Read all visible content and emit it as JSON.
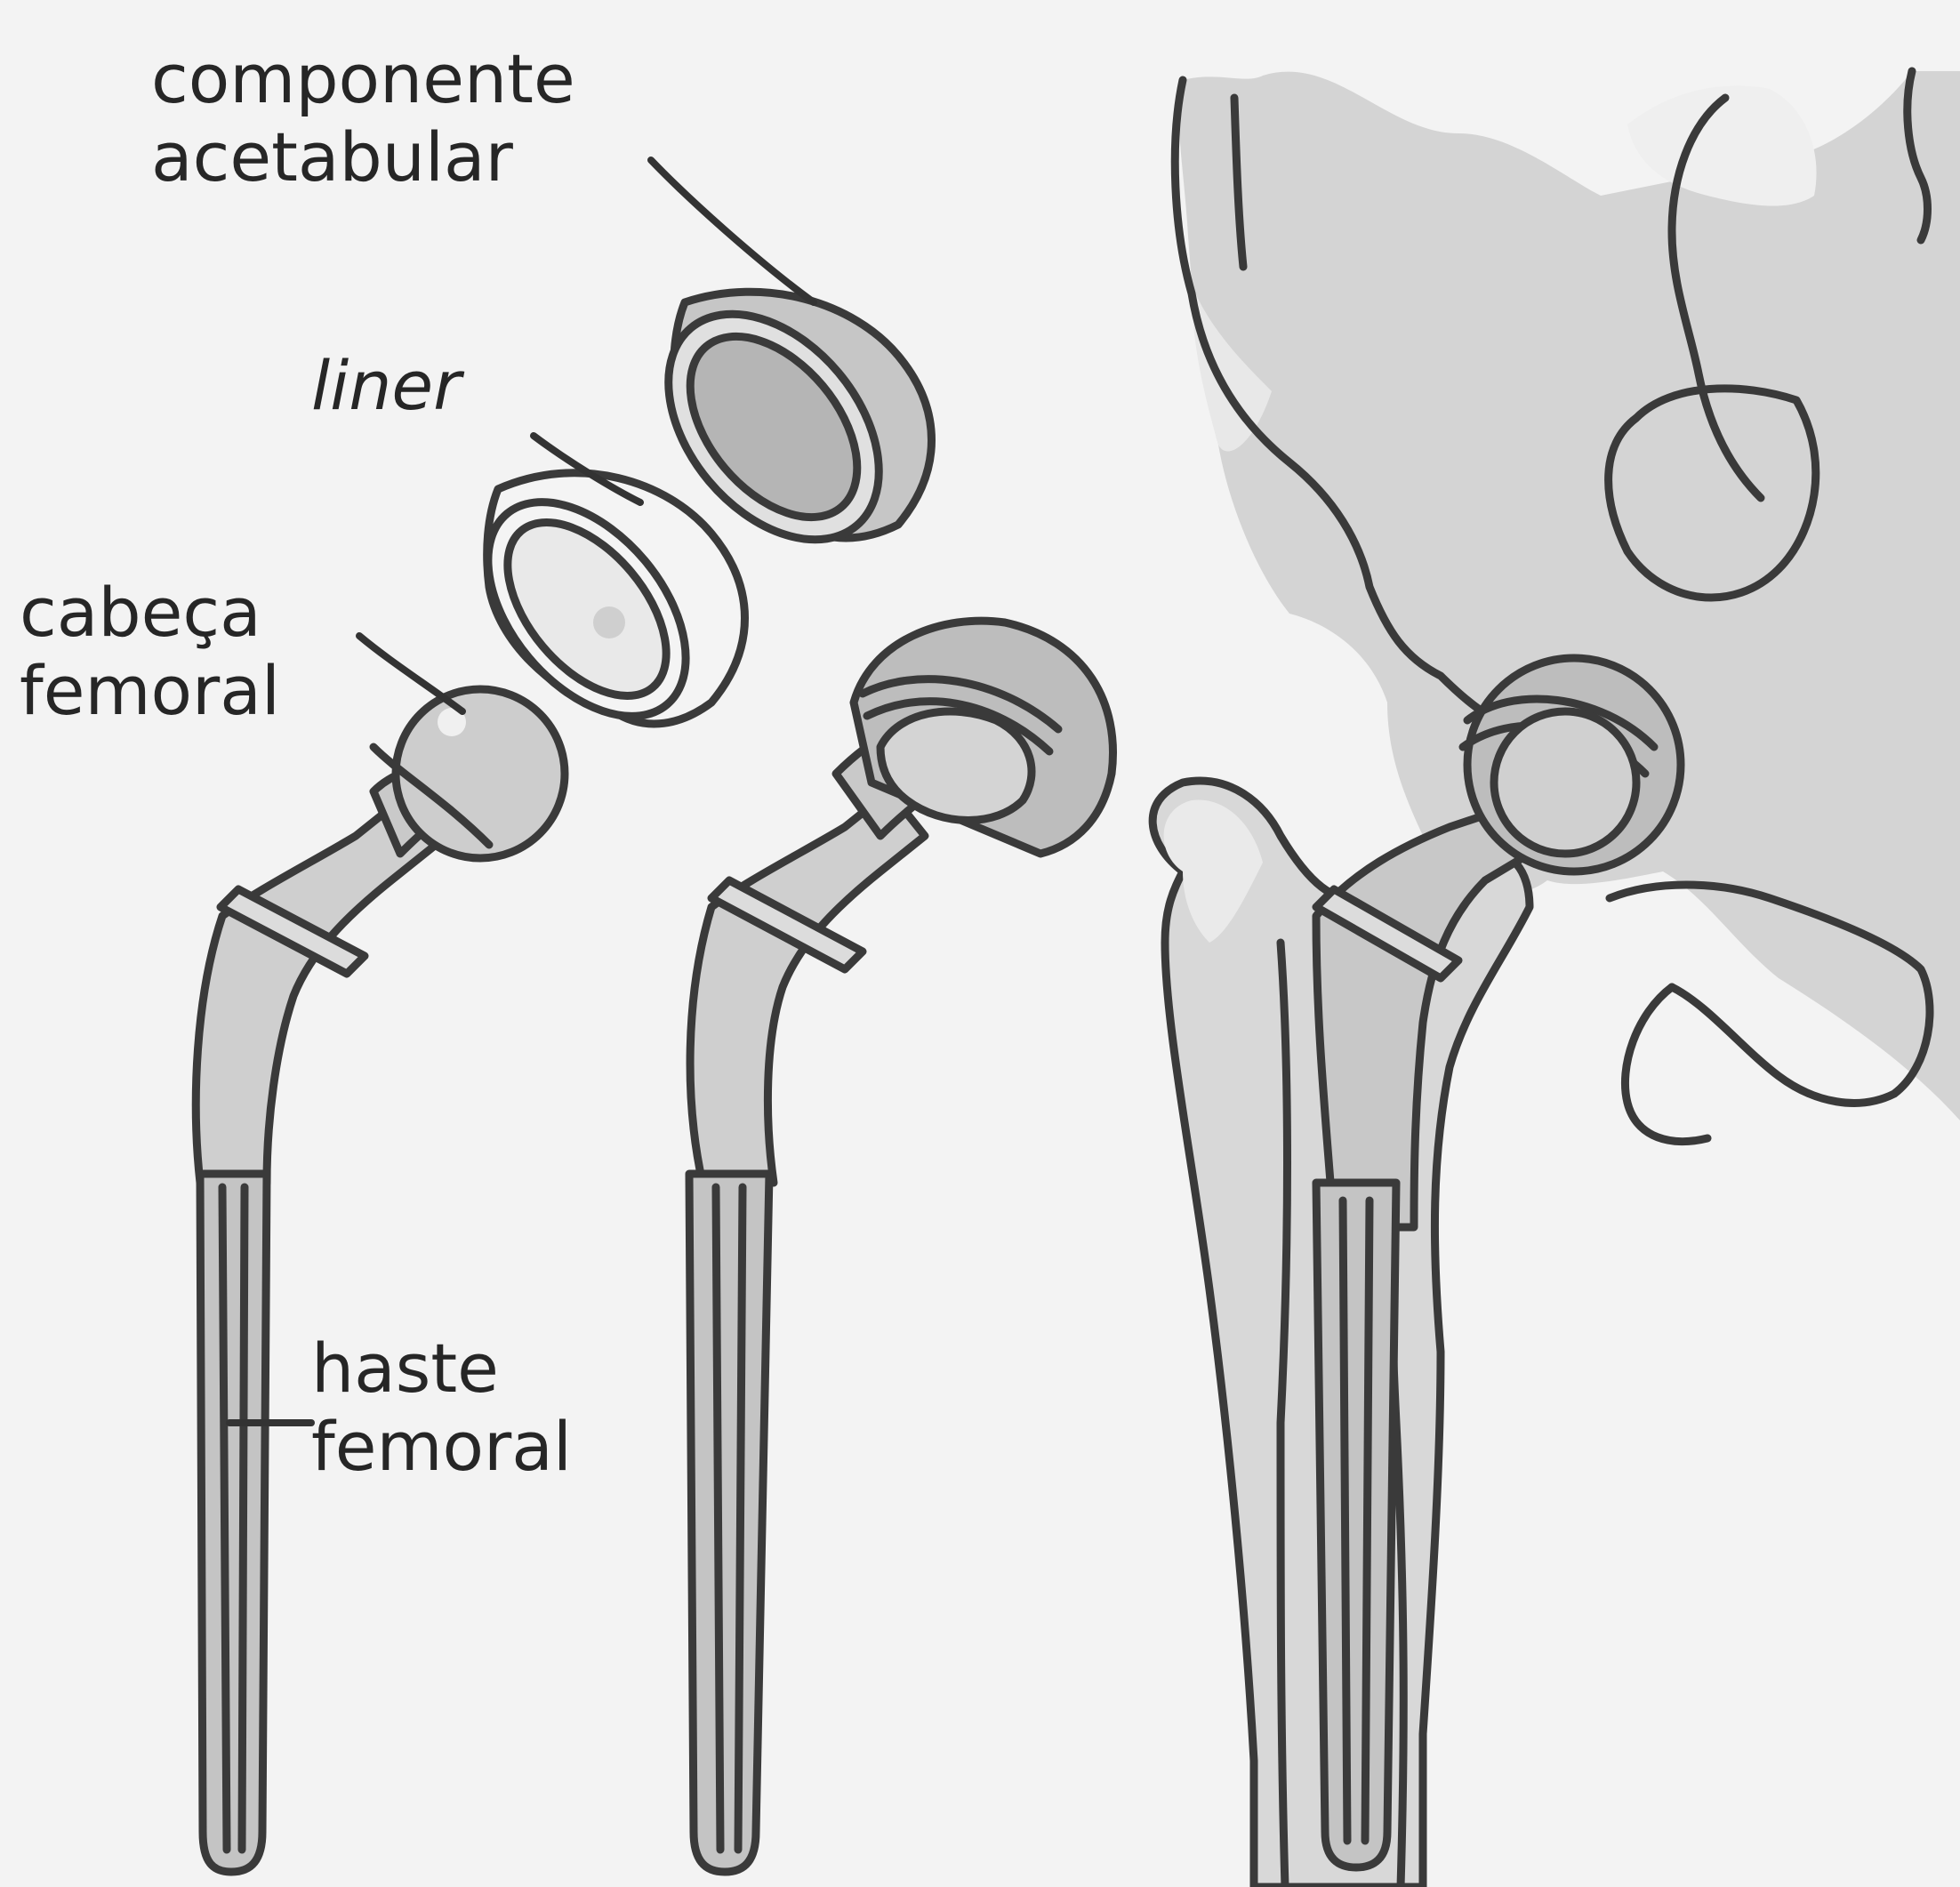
{
  "labels": {
    "acetabular": {
      "line1": "componente",
      "line2": "acetabular"
    },
    "liner": {
      "text": "liner"
    },
    "head": {
      "line1": "cabeça",
      "line2": "femoral"
    },
    "stem": {
      "line1": "haste",
      "line2": "femoral"
    }
  },
  "colors": {
    "background": "#f3f3f3",
    "outline": "#3a3a3a",
    "metal": "#c9c9c9",
    "metal_light": "#e2e2e2",
    "metal_dark": "#a5a5a5",
    "bone": "#d2d2d2",
    "bone_light": "#e6e6e6",
    "text": "#262626"
  }
}
